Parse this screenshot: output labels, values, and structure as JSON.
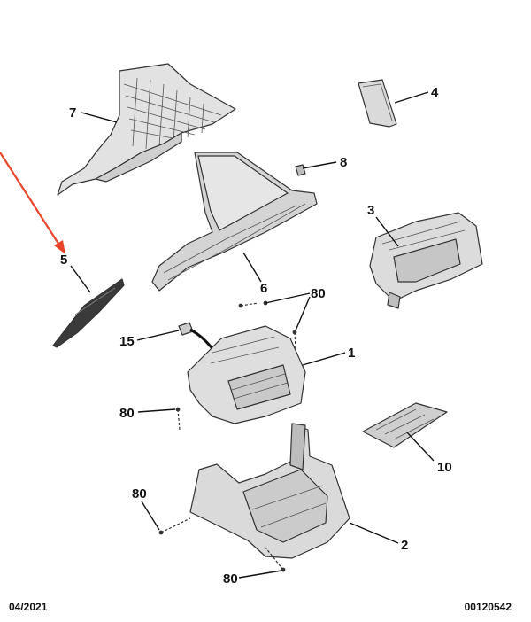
{
  "callouts": {
    "c1": "1",
    "c2": "2",
    "c3": "3",
    "c4": "4",
    "c5": "5",
    "c6": "6",
    "c7": "7",
    "c8": "8",
    "c10": "10",
    "c15": "15",
    "c80a": "80",
    "c80b": "80",
    "c80c": "80",
    "c80d": "80"
  },
  "footer": {
    "date": "04/2021",
    "code": "00120542"
  },
  "colors": {
    "highlight_arrow": "#e8442a",
    "line": "#111111",
    "part_fill": "#dcdcdc",
    "dark_part": "#3a3a3a"
  }
}
